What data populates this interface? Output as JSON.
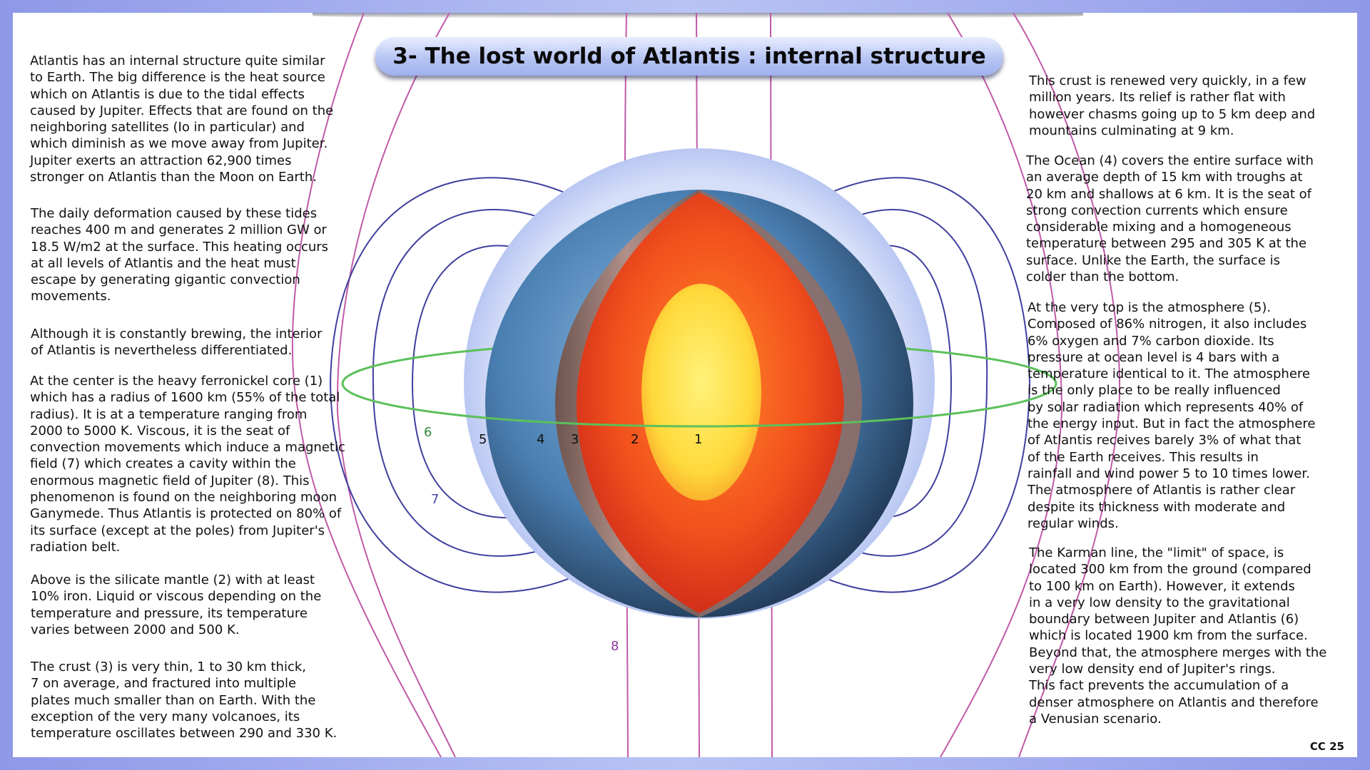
{
  "title": "3- The lost world of Atlantis : internal structure",
  "left_paragraphs": [
    "Atlantis has an internal structure quite similar\nto Earth. The big difference is the heat source\nwhich on Atlantis is due to the tidal effects\ncaused by Jupiter. Effects that are found on the\nneighboring satellites (Io in particular) and\nwhich diminish as we move away from Jupiter.\nJupiter exerts an attraction 62,900 times\nstronger on Atlantis than the Moon on Earth.",
    "The daily deformation caused by these tides\nreaches 400 m and generates 2 million GW or\n18.5 W/m2 at the surface. This heating occurs\nat all levels of Atlantis and the heat must\nescape by generating gigantic convection\nmovements.",
    "Although it is constantly brewing, the interior\nof Atlantis is nevertheless differentiated.",
    "At the center is the heavy ferronickel core (1)\nwhich has a radius of 1600 km (55% of the total\nradius). It is at a temperature ranging from\n2000 to 5000 K. Viscous, it is the seat of\nconvection movements which induce a magnetic\nfield (7) which creates a cavity within the\nenormous magnetic field of Jupiter (8). This\nphenomenon is found on the neighboring moon\nGanymede. Thus Atlantis is protected on 80% of\nits surface (except at the poles) from Jupiter's\nradiation belt.",
    "Above is the silicate mantle (2) with at least\n10% iron. Liquid or viscous depending on the\ntemperature and pressure, its temperature\nvaries between 2000 and 500 K.",
    "The crust (3) is very thin, 1 to 30 km thick,\n7 on average, and fractured into multiple\nplates much smaller than on Earth. With the\nexception of the very many volcanoes, its\ntemperature oscillates between 290 and 330 K."
  ],
  "right_paragraphs": [
    "This crust is renewed very quickly, in a few\nmillion years. Its relief is rather flat with\nhowever chasms going up to 5 km deep and\nmountains culminating at 9 km.",
    "The Ocean (4) covers the entire surface with\nan average depth of 15 km with troughs at\n20 km and shallows at 6 km. It is the seat of\nstrong convection currents which ensure\nconsiderable mixing and a homogeneous\ntemperature between 295 and 305 K at the\nsurface. Unlike the Earth, the surface is\ncolder than the bottom.",
    "At the very top is the atmosphere (5).\nComposed of 86% nitrogen, it also includes\n6% oxygen and 7% carbon dioxide. Its\npressure at ocean level is 4 bars with a\ntemperature identical to it. The atmosphere\nis the only place to be really influenced\nby solar radiation which represents 40% of\nthe energy input. But in fact the atmosphere\nof Atlantis receives barely 3% of what that\nof the Earth receives. This results in\nrainfall and wind power 5 to 10 times lower.\nThe atmosphere of Atlantis is rather clear\ndespite its thickness with moderate and\nregular winds.",
    "The Karman line, the \"limit\" of space, is\nlocated 300 km from the ground (compared\nto 100 km on Earth). However, it extends\nin a very low density to the gravitational\nboundary between Jupiter and Atlantis (6)\nwhich is located 1900 km from the surface.\nBeyond that, the atmosphere merges with the\nvery low density end of Jupiter's rings.\nThis fact prevents the accumulation of a\ndenser atmosphere on Atlantis and therefore\na Venusian scenario."
  ],
  "diagram_labels": {
    "core": "1",
    "mantle": "2",
    "crust": "3",
    "ocean": "4",
    "atmosphere": "5",
    "gravitational_boundary": "6",
    "magnetic_field": "7",
    "jupiter_field": "8"
  },
  "footer": "CC 25",
  "colors": {
    "background": "#9aa4ec",
    "banner": "#b7c5f3",
    "atmosphere_halo": "#c3cff4",
    "ocean": "#4f86b8",
    "crust": "#9e7f72",
    "mantle": "#f25a1c",
    "core": "#ffe54a",
    "magnetic_lines": "#3c3c98",
    "jupiter_lines": "#b43a9e",
    "boundary_ellipse": "#5cc05a"
  }
}
